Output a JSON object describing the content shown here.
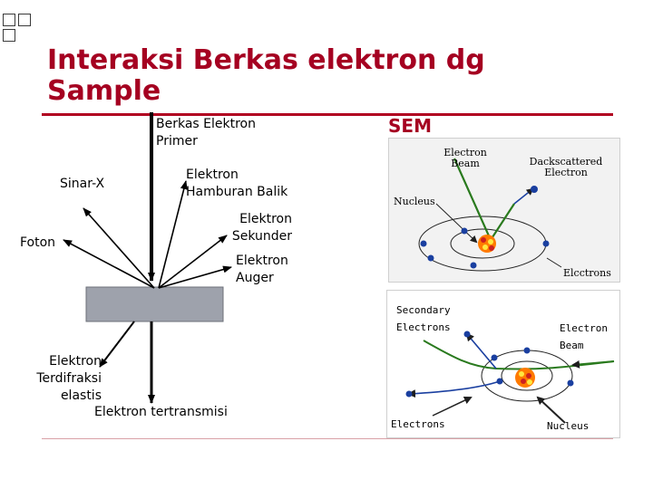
{
  "slide": {
    "title": "Interaksi Berkas elektron dg Sample",
    "sem_label": "SEM"
  },
  "diagram": {
    "primary_beam": [
      "Berkas Elektron",
      "Primer"
    ],
    "backscattered": [
      "Elektron",
      "Hamburan Balik"
    ],
    "secondary": [
      "Elektron",
      "Sekunder"
    ],
    "auger": [
      "Elektron",
      "Auger"
    ],
    "xray": "Sinar-X",
    "photon": "Foton",
    "diffracted": [
      "Elektron",
      "Terdifraksi",
      "elastis"
    ],
    "transmitted": "Elektron tertransmisi",
    "colors": {
      "sample": "#9ea2ac",
      "arrows": "#000000",
      "title": "#a50021"
    }
  },
  "sem_top": {
    "electron_beam": [
      "Electron",
      "Beam"
    ],
    "backscattered": [
      "Dackscattered",
      "Electron"
    ],
    "nucleus": "Nucleus",
    "electrons": "Elcctrons",
    "colors": {
      "beam": "#2a7a1e",
      "electron": "#1a3fa0",
      "orbit": "#222222"
    }
  },
  "sem_bottom": {
    "secondary": [
      "Secondary",
      "Electrons"
    ],
    "electron_beam": [
      "Electron",
      "Beam"
    ],
    "electrons": "Electrons",
    "nucleus": "Nucleus",
    "colors": {
      "beam": "#2a7a1e",
      "electron": "#1a3fa0",
      "nucleus": "#ff7a00"
    }
  }
}
